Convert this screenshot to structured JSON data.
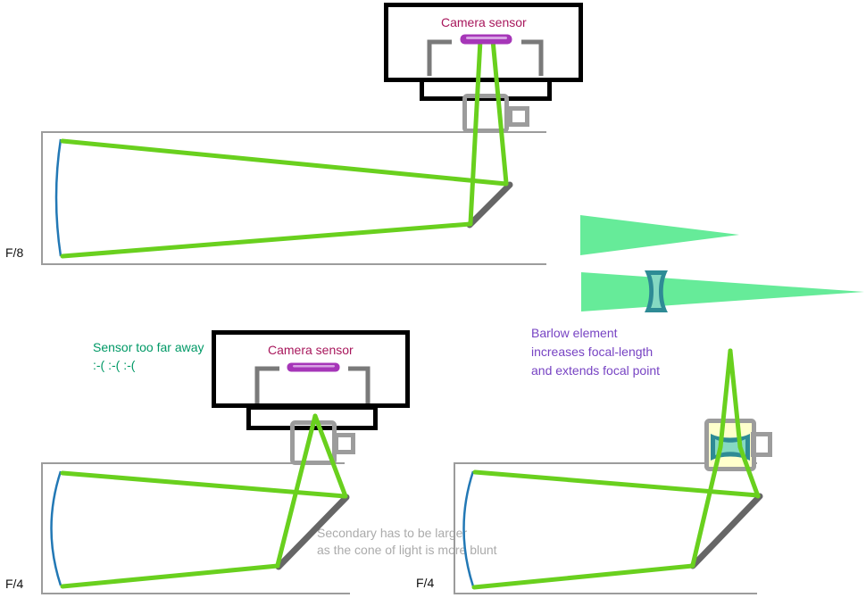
{
  "labels": {
    "f8_scope": {
      "camera_sensor": "Camera sensor",
      "focal_ratio": "F/8"
    },
    "f4_scope_left": {
      "camera_sensor": "Camera sensor",
      "focal_ratio": "F/4",
      "note_line1": "Sensor too far away",
      "note_line2": ":-( :-( :-("
    },
    "f4_scope_right": {
      "focal_ratio": "F/4",
      "note_line1": "Barlow element",
      "note_line2": "increases focal-length",
      "note_line3": "and extends focal point"
    },
    "secondary_note": {
      "line1": "Secondary has to be larger",
      "line2": "as the cone of light is more blunt"
    }
  },
  "colors": {
    "ray_green": "#69D01E",
    "focal_cone_mint": "#66EB99",
    "primary_mirror_blue": "#2278B5",
    "secondary_mirror_gray": "#666666",
    "tube_outline_gray": "#9C9C9C",
    "camera_body_black": "#000000",
    "sensor_purple": "#A636B8",
    "sensor_highlight": "#D7A3E3",
    "barlow_teal_dark": "#2E8B95",
    "barlow_teal_light": "#85D9C2",
    "focuser_fill_yellow": "#FFFFCC",
    "text_crimson": "#A8175C",
    "text_green": "#009966",
    "text_purple": "#7743C3",
    "text_gray": "#ABABAB"
  }
}
